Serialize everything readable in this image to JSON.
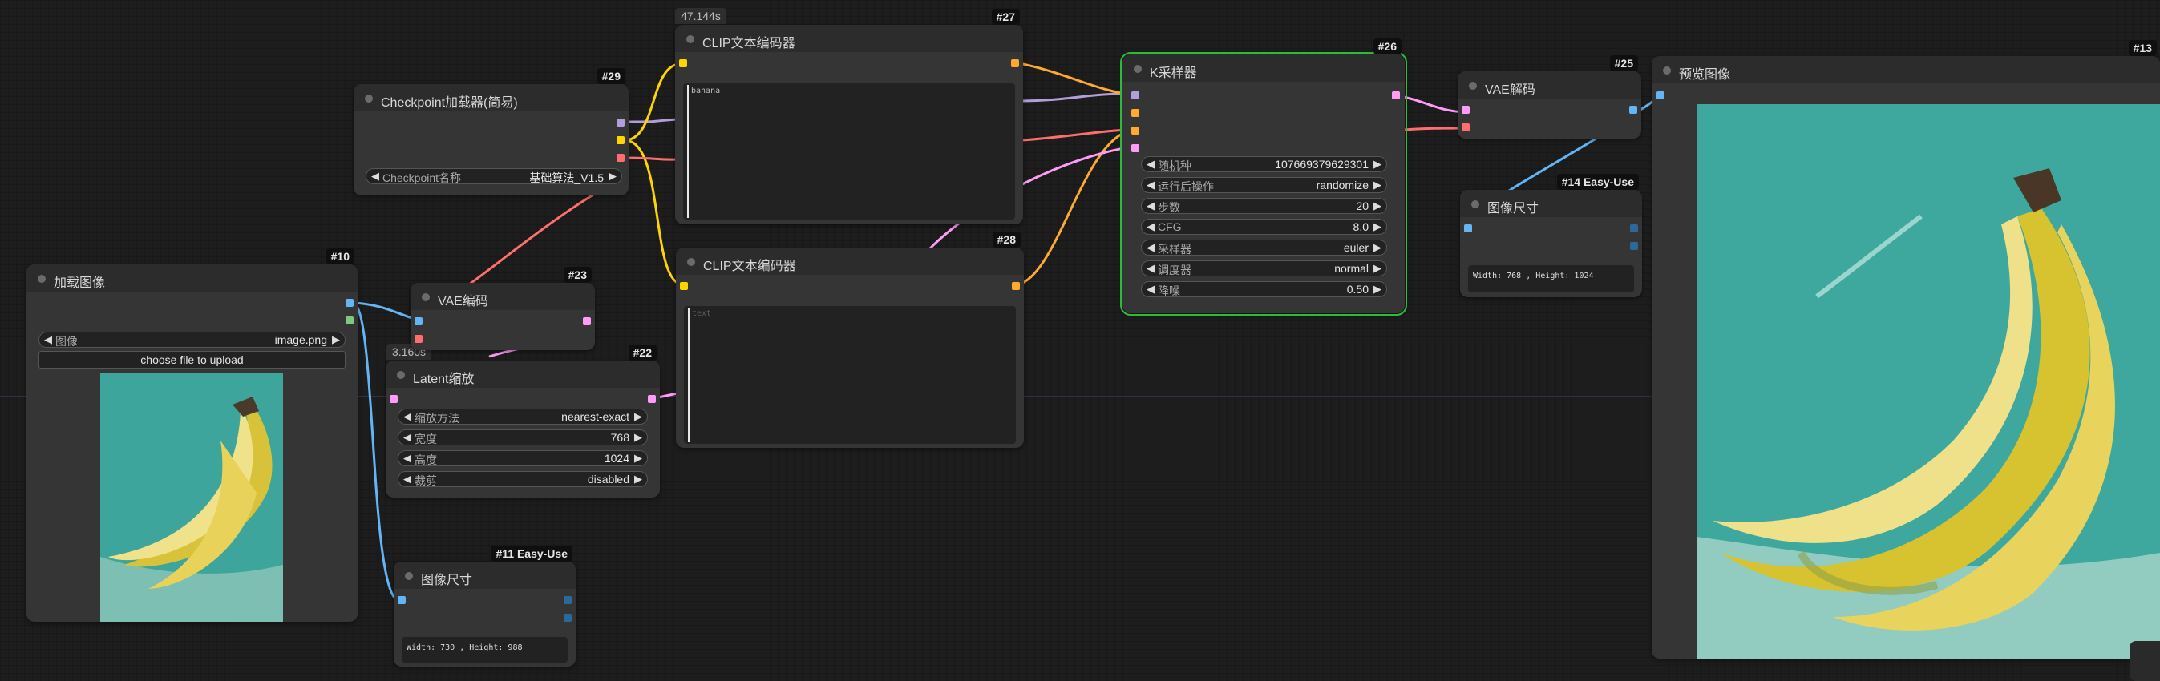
{
  "canvas": {
    "background": "#1d1d1d",
    "accent_selected": "#2bbd3a"
  },
  "link_colors": {
    "model": "#b39ddb",
    "clip": "#ffd500",
    "vae": "#ff6e6e",
    "conditioning": "#ffa931",
    "latent": "#ff9cf9",
    "image": "#64b5f6",
    "int": "#29699c"
  },
  "timers": {
    "t1": "47.144s",
    "t2": "3.160s"
  },
  "nodes": {
    "load_image": {
      "id": "#10",
      "title": "加载图像",
      "image_widget": {
        "label": "图像",
        "value": "image.png"
      },
      "upload_label": "choose file to upload"
    },
    "vae_encode": {
      "id": "#23",
      "title": "VAE编码"
    },
    "checkpoint": {
      "id": "#29",
      "title": "Checkpoint加载器(简易)",
      "ckpt": {
        "label": "Checkpoint名称",
        "value": "基础算法_V1.5"
      }
    },
    "clip_pos": {
      "id": "#27",
      "title": "CLIP文本编码器",
      "text": "banana"
    },
    "clip_neg": {
      "id": "#28",
      "title": "CLIP文本编码器",
      "placeholder": "text"
    },
    "latent_scale": {
      "id": "#22",
      "title": "Latent缩放",
      "widgets": [
        {
          "label": "缩放方法",
          "value": "nearest-exact"
        },
        {
          "label": "宽度",
          "value": "768"
        },
        {
          "label": "高度",
          "value": "1024"
        },
        {
          "label": "裁剪",
          "value": "disabled"
        }
      ]
    },
    "image_size_11": {
      "id": "#11 Easy-Use",
      "title": "图像尺寸",
      "info": "Width: 730 , Height: 988"
    },
    "ksampler": {
      "id": "#26",
      "title": "K采样器",
      "widgets": [
        {
          "label": "随机种",
          "value": "107669379629301"
        },
        {
          "label": "运行后操作",
          "value": "randomize"
        },
        {
          "label": "步数",
          "value": "20"
        },
        {
          "label": "CFG",
          "value": "8.0"
        },
        {
          "label": "采样器",
          "value": "euler"
        },
        {
          "label": "调度器",
          "value": "normal"
        },
        {
          "label": "降噪",
          "value": "0.50"
        }
      ]
    },
    "vae_decode": {
      "id": "#25",
      "title": "VAE解码"
    },
    "image_size_14": {
      "id": "#14 Easy-Use",
      "title": "图像尺寸",
      "info": "Width: 768 , Height: 1024"
    },
    "preview": {
      "id": "#13",
      "title": "预览图像"
    }
  }
}
